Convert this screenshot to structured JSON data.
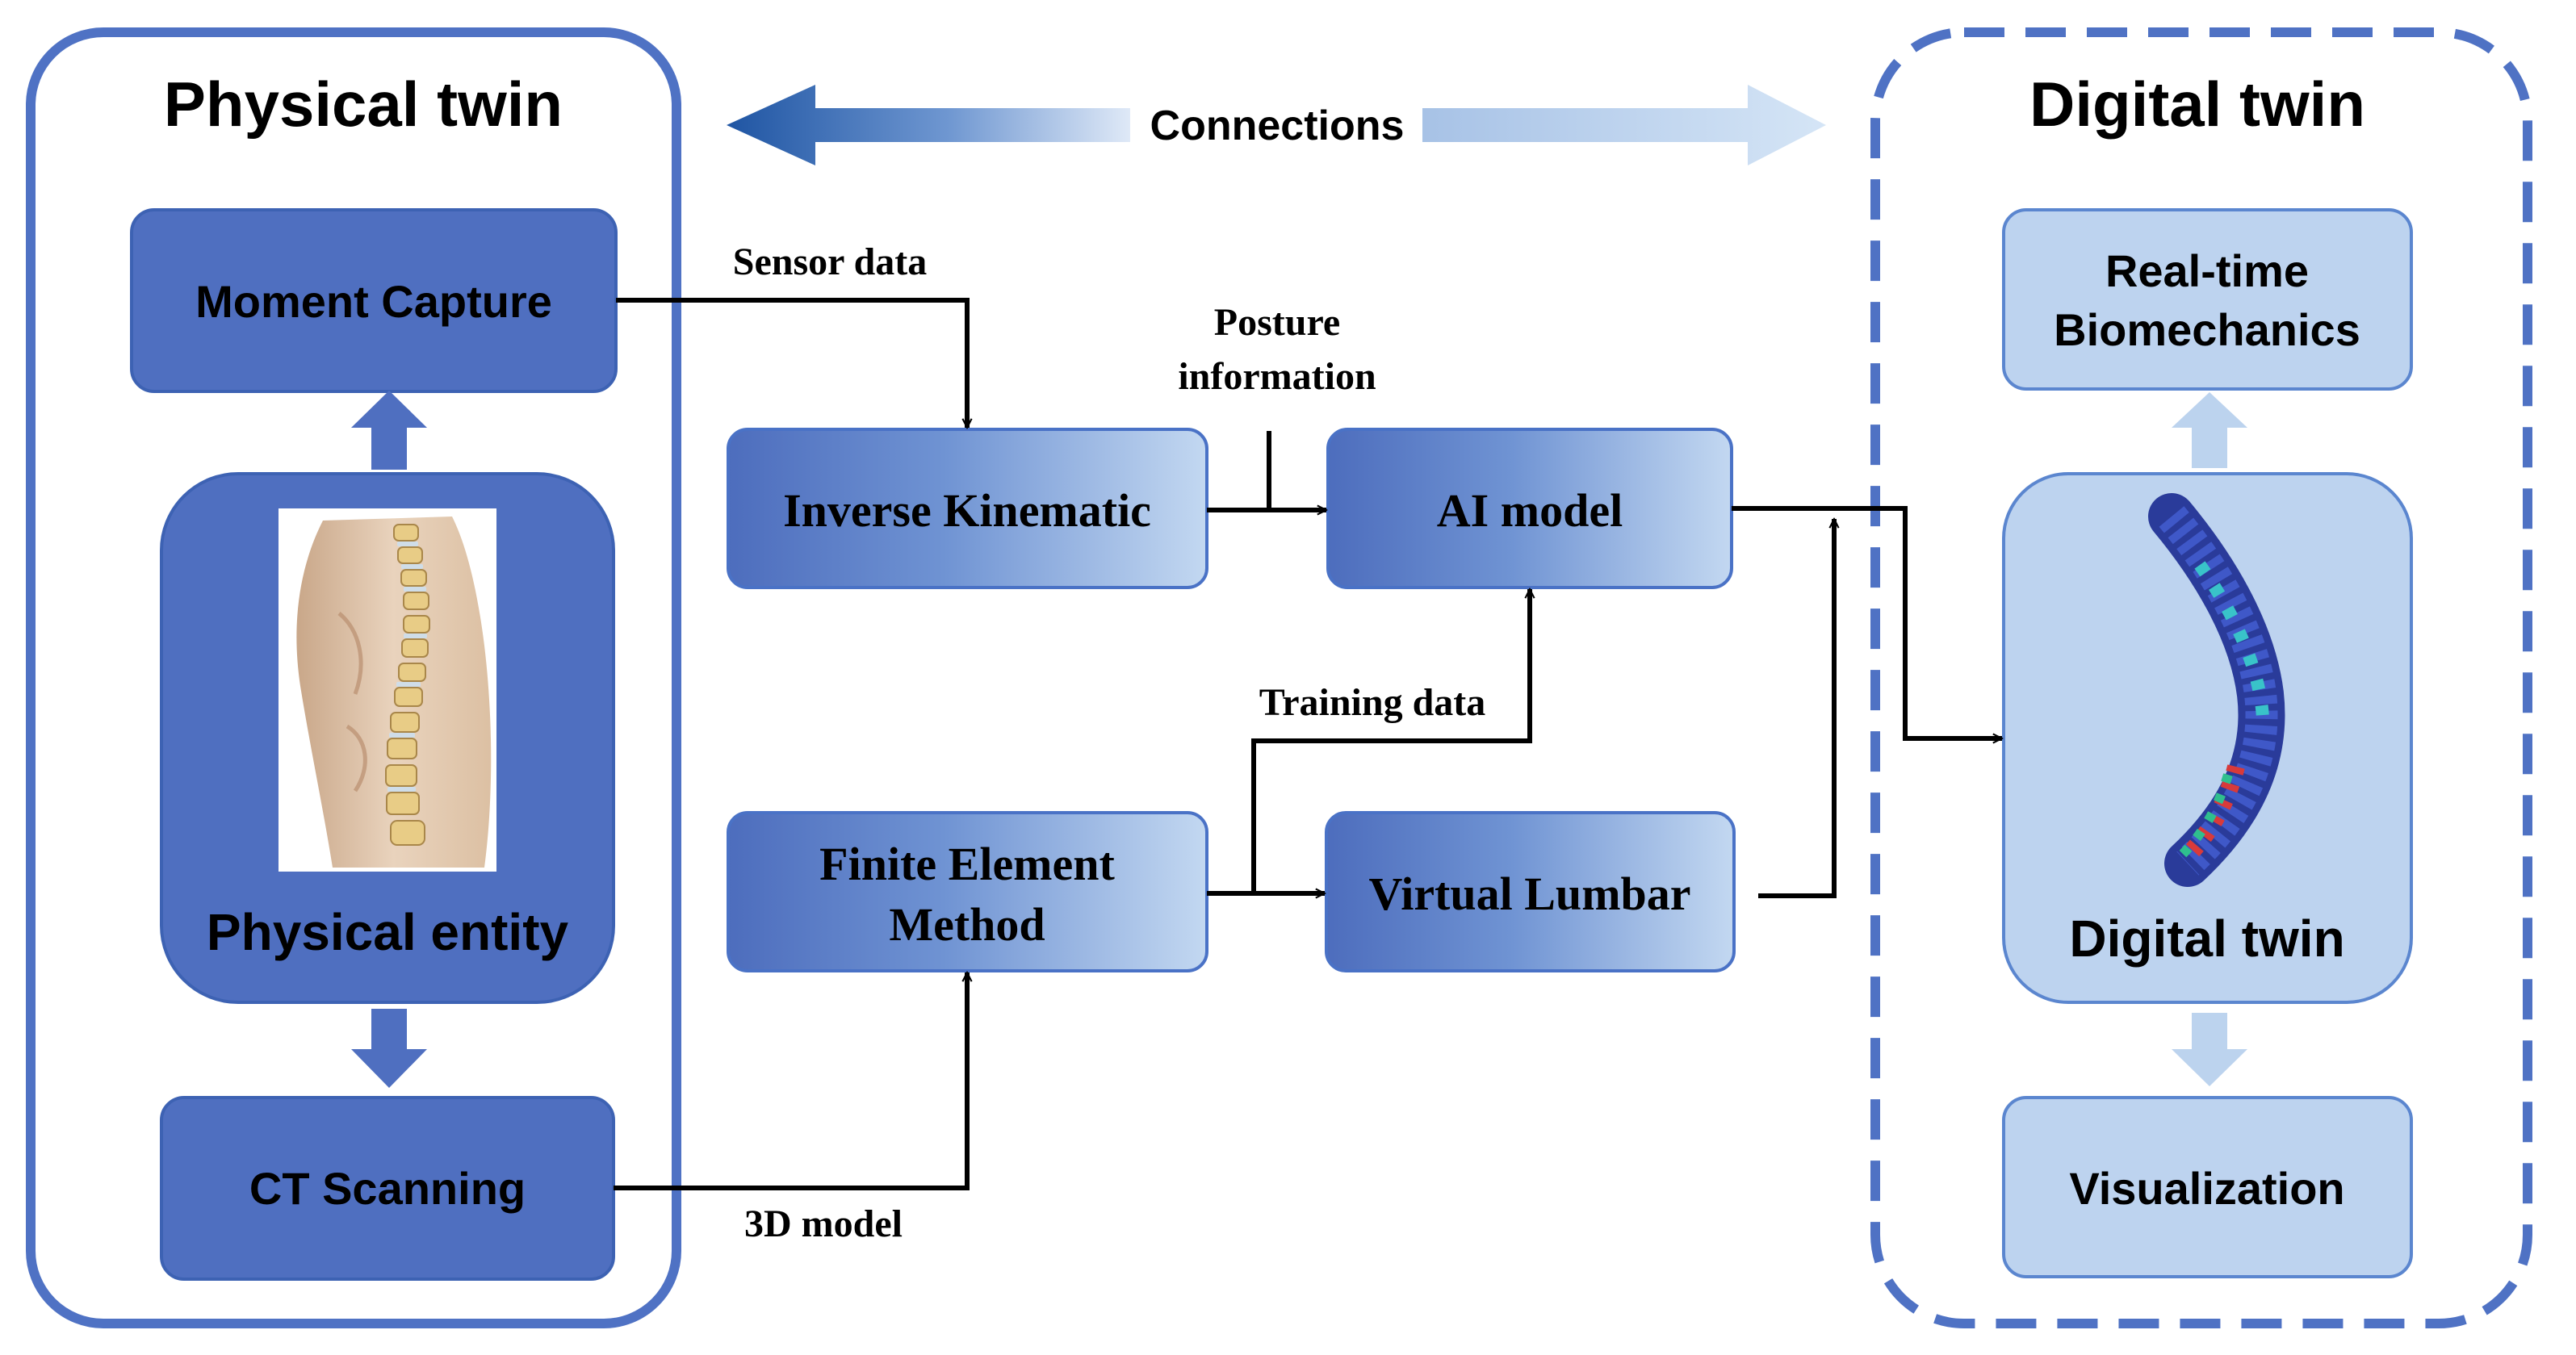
{
  "colors": {
    "panel_border": "#4f72c4",
    "dark_box": "#4f6fc0",
    "box_stroke": "#3d62b3",
    "light_box": "#bdd3ef",
    "light_box_stroke": "#5b86cf",
    "arrow_dark": "#2458a6",
    "arrow_light": "#bcd3ee",
    "line": "#000000",
    "text": "#000000"
  },
  "physical_panel": {
    "title": "Physical twin",
    "moment_capture": "Moment Capture",
    "physical_entity": "Physical entity",
    "ct_scanning": "CT Scanning",
    "entity_image_icon": "human-spine-anatomy-icon"
  },
  "digital_panel": {
    "title": "Digital twin",
    "realtime_line1": "Real-time",
    "realtime_line2": "Biomechanics",
    "digital_twin_label": "Digital twin",
    "visualization": "Visualization",
    "model_image_icon": "spine-finite-element-model-icon"
  },
  "connections_label": "Connections",
  "process_boxes": {
    "inverse_kinematic": "Inverse Kinematic",
    "ai_model": "AI model",
    "fem_line1": "Finite Element",
    "fem_line2": "Method",
    "virtual_lumbar": "Virtual Lumbar"
  },
  "edge_labels": {
    "sensor_data": "Sensor data",
    "posture_line1": "Posture",
    "posture_line2": "information",
    "training_data": "Training data",
    "model_3d": "3D model"
  }
}
